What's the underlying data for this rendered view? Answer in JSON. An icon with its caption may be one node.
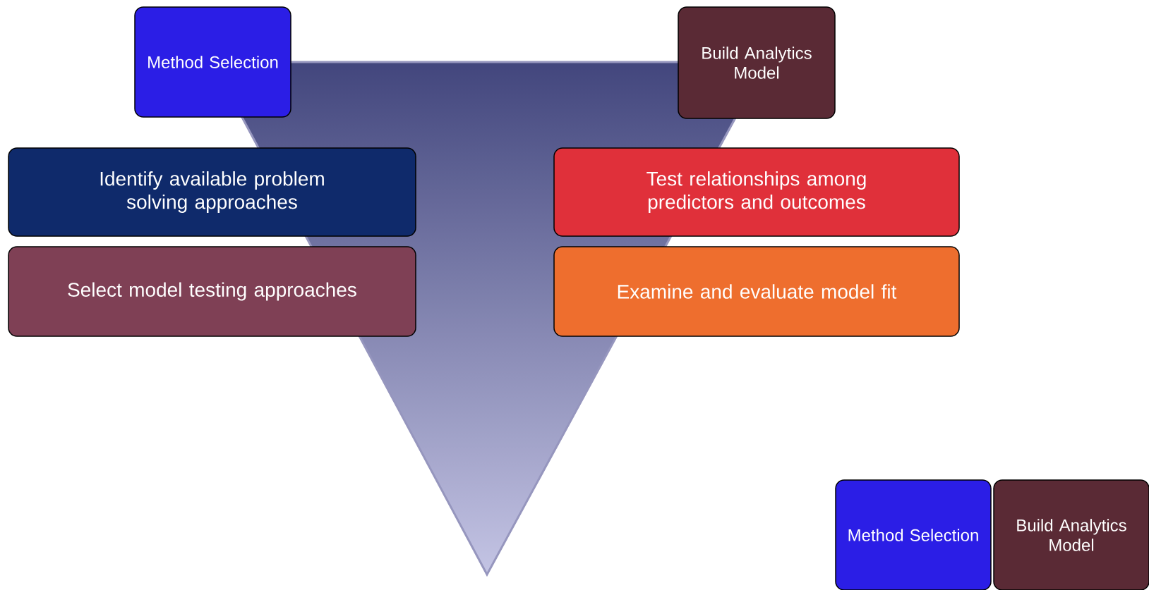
{
  "diagram": {
    "nodes": [
      {
        "text": [
          "Method Selection"
        ]
      },
      {
        "text": [
          "Build Analytics Model"
        ]
      },
      {
        "text": [
          "Identify available problem solving approaches"
        ]
      },
      {
        "text": [
          "Select model testing approaches"
        ]
      },
      {
        "text": [
          "Test relationships among predictors and outcomes"
        ]
      },
      {
        "text": [
          "Examine and evaluate model fit"
        ]
      },
      {
        "text": [
          "Method Selection"
        ]
      },
      {
        "text": [
          "Build Analytics Model"
        ]
      }
    ]
  }
}
